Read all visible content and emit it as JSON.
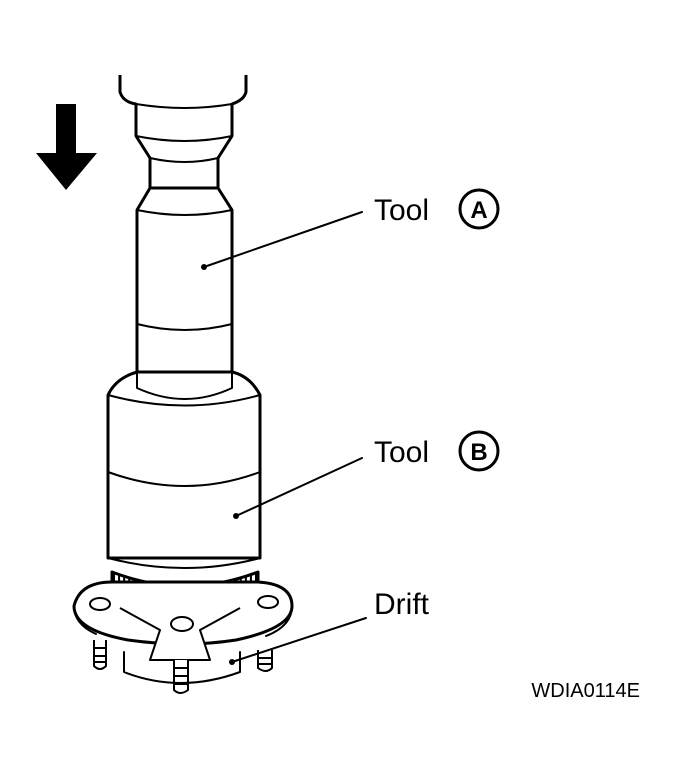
{
  "labels": {
    "tool_a_word": "Tool",
    "tool_a_letter": "A",
    "tool_b_word": "Tool",
    "tool_b_letter": "B",
    "drift": "Drift"
  },
  "figure_id": "WDIA0114E",
  "colors": {
    "ink": "#000000",
    "paper": "#ffffff"
  },
  "icons": {
    "press_direction": "arrow-down-icon"
  }
}
